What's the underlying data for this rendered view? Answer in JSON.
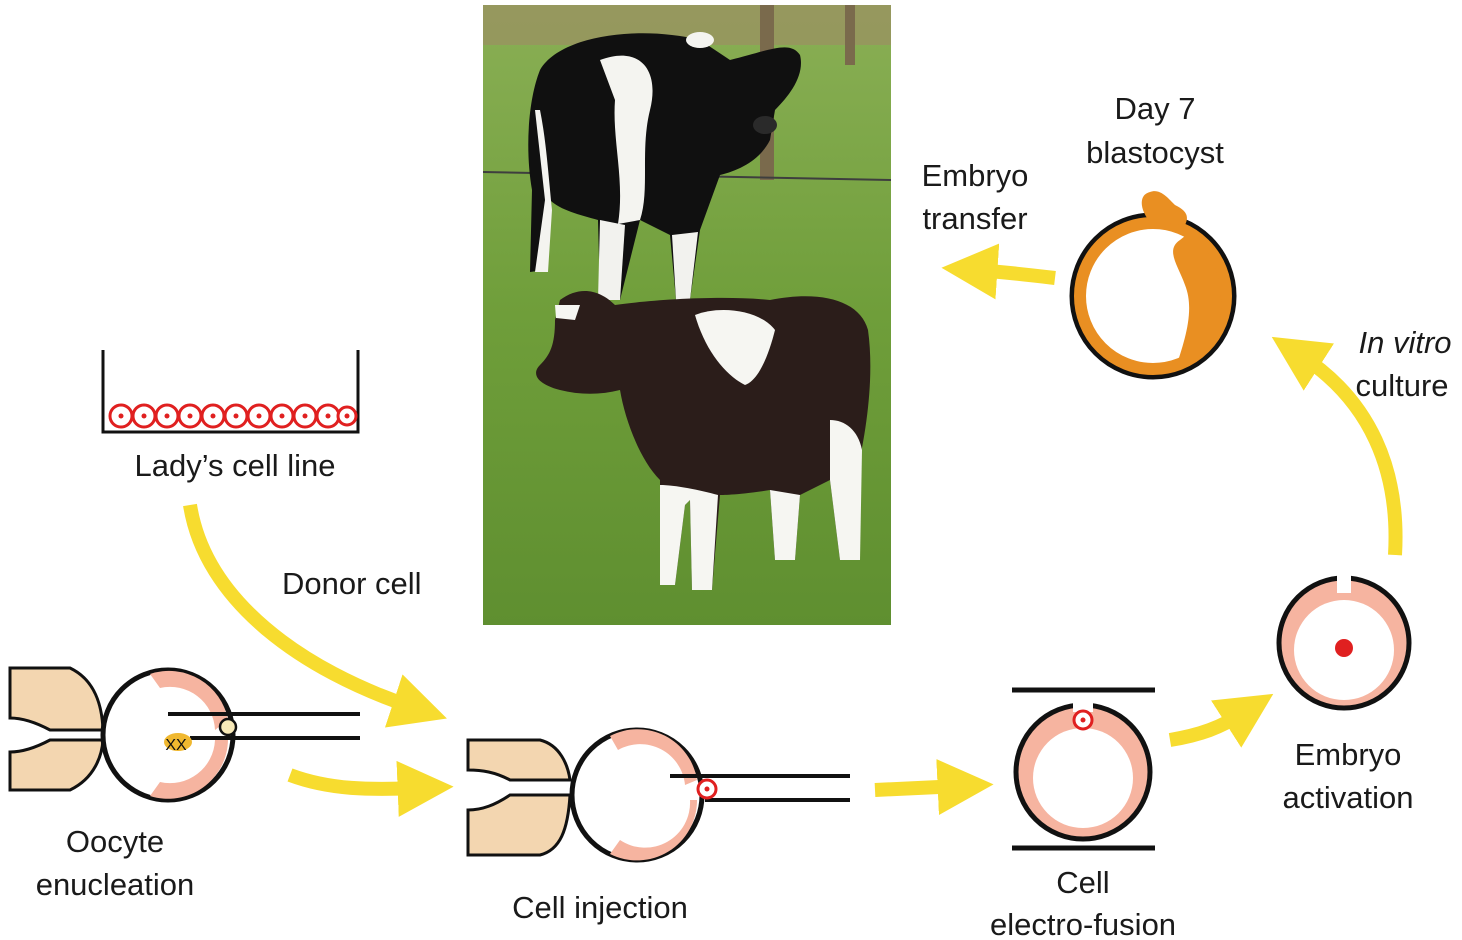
{
  "labels": {
    "cell_line": "Lady’s cell line",
    "donor_cell": "Donor cell",
    "oocyte_l1": "Oocyte",
    "oocyte_l2": "enucleation",
    "injection": "Cell injection",
    "fusion_l1": "Cell",
    "fusion_l2": "electro-fusion",
    "activation_l1": "Embryo",
    "activation_l2": "activation",
    "culture_l1": "In vitro",
    "culture_l2": "culture",
    "blastocyst_l1": "Day 7",
    "blastocyst_l2": "blastocyst",
    "transfer_l1": "Embryo",
    "transfer_l2": "transfer",
    "chromosomes": "XX"
  },
  "photo": {
    "subject": "cloned calf standing in front of cow in pasture"
  },
  "colors": {
    "arrow": "#f7dc2f",
    "cell_pink": "#f6b4a0",
    "pipette_beige": "#f3d6b0",
    "blastocyst_orange": "#e98f22",
    "nucleus_red": "#e02020",
    "grass": "#6f9e3a"
  }
}
